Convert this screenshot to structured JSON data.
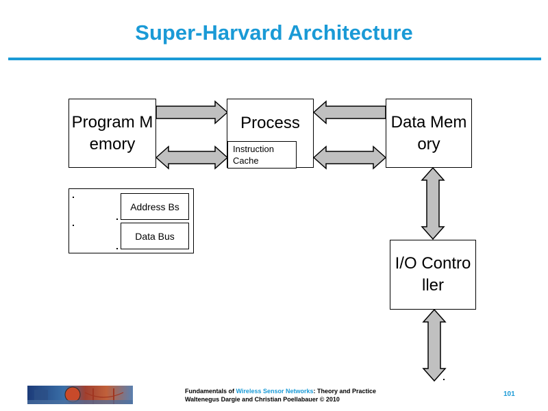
{
  "slide": {
    "title": "Super-Harvard Architecture",
    "page_number": "101"
  },
  "blocks": {
    "program_memory": "Program Memory",
    "processor": "Processor",
    "instruction_cache": "Instruction Cache",
    "data_memory": "Data Memory",
    "io_controller": "I/O Controller"
  },
  "legend": {
    "address_bus": "Address Bs",
    "data_bus": "Data Bus"
  },
  "footer": {
    "line1_prefix": "Fundamentals of ",
    "line1_highlight": "Wireless Sensor Networks",
    "line1_suffix": ": Theory and Practice",
    "line2": "Waltenegus Dargie and Christian Poellabauer © 2010"
  },
  "colors": {
    "accent": "#1a9ad6",
    "arrow_fill": "#c0c0c0",
    "border": "#000000"
  }
}
